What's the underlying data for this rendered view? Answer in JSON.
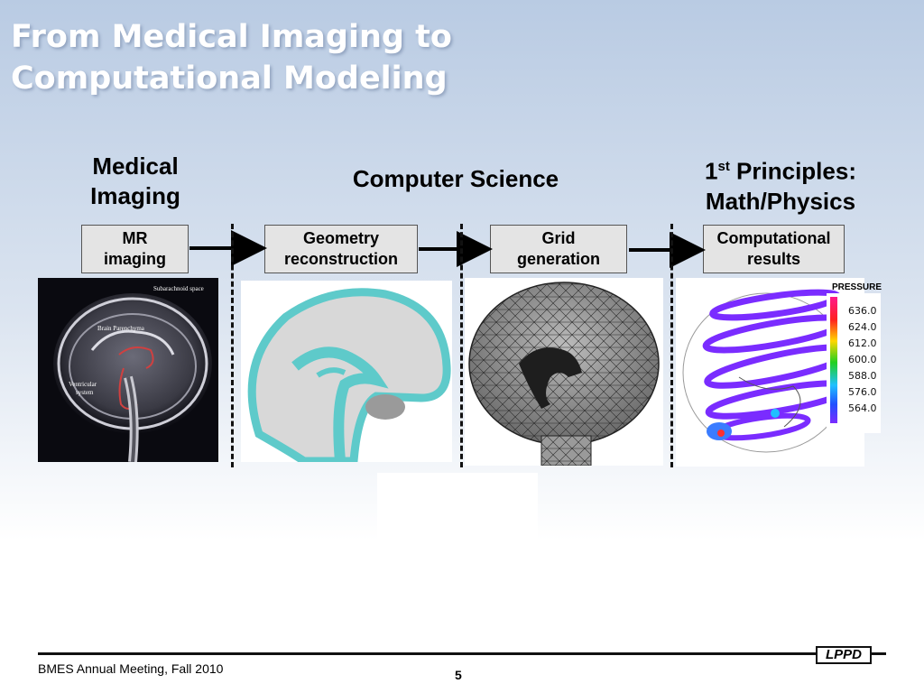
{
  "slide": {
    "title_lines": [
      "From Medical Imaging to",
      "Computational Modeling"
    ]
  },
  "columns": {
    "medical_imaging": [
      "Medical",
      "Imaging"
    ],
    "computer_science": "Computer Science",
    "principles": {
      "main": "1",
      "sup": "st",
      "rest": " Principles:",
      "line2": "Math/Physics"
    }
  },
  "steps": [
    {
      "lines": [
        "MR",
        "imaging"
      ]
    },
    {
      "lines": [
        "Geometry",
        "reconstruction"
      ]
    },
    {
      "lines": [
        "Grid",
        "generation"
      ]
    },
    {
      "lines": [
        "Computational",
        "results"
      ]
    }
  ],
  "mri": {
    "labels": [
      "Subarachnoid space",
      "Brain Parenchyma",
      "Ventricular",
      "system"
    ]
  },
  "results": {
    "legend_title": "PRESSURE",
    "ticks": [
      "636.0",
      "624.0",
      "612.0",
      "600.0",
      "588.0",
      "576.0",
      "564.0"
    ]
  },
  "footer": {
    "conference": "BMES Annual Meeting, Fall 2010",
    "page": "5",
    "logo": "LPPD"
  },
  "colors": {
    "title": "#ffffff",
    "cyan_geometry": "#6fd6d6",
    "purple_results": "#7a2cff"
  }
}
